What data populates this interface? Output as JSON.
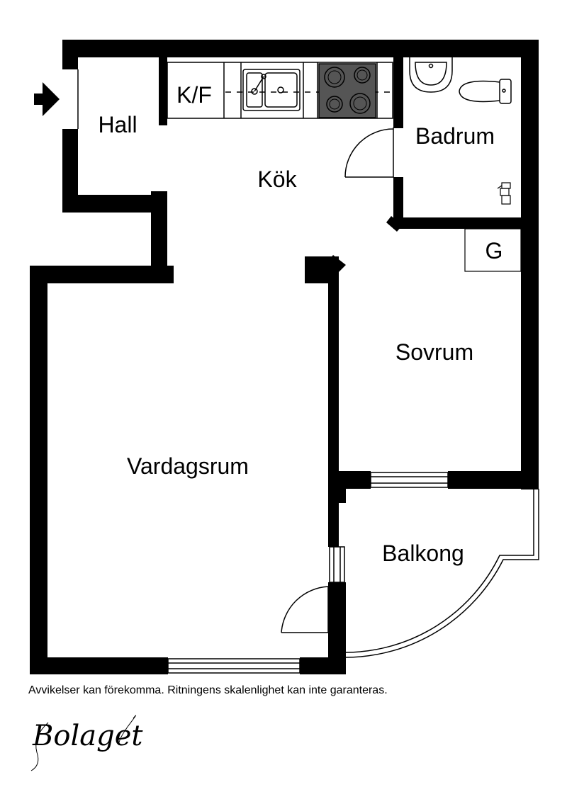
{
  "rooms": {
    "hall": "Hall",
    "kitchen": "Kök",
    "fridge_freezer": "K/F",
    "bathroom": "Badrum",
    "closet": "G",
    "bedroom": "Sovrum",
    "living_room": "Vardagsrum",
    "balcony": "Balkong"
  },
  "disclaimer": "Avvikelser kan förekomma. Ritningens skalenlighet kan inte garanteras.",
  "logo": "Bolaget",
  "colors": {
    "wall": "#000000",
    "appliance": "#555555",
    "background": "#ffffff"
  },
  "icons": {
    "entrance": "entrance-arrow-icon",
    "sink": "sink-icon",
    "stove": "stove-icon",
    "toilet": "toilet-icon",
    "washbasin": "washbasin-icon",
    "shower": "shower-icon"
  }
}
